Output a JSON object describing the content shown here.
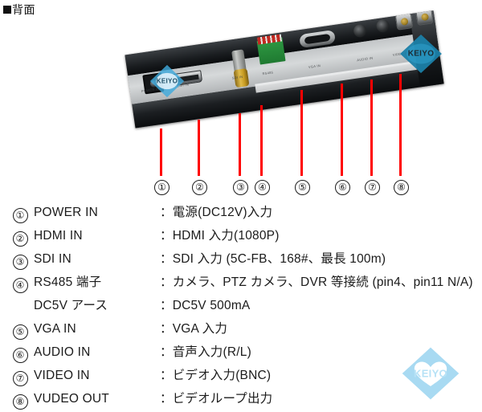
{
  "header": {
    "bullet": "■",
    "title": "背面"
  },
  "photo": {
    "alt_name": "monitor-rear-panel-photo",
    "panel_silkscreen": [
      "POWER IN",
      "HDMI IN",
      "SDI IN",
      "RS485",
      "VGA IN",
      "AUDIO IN",
      "VIDEO IN",
      "VIDEO OUT"
    ],
    "pointer_color": "#ff0000"
  },
  "markers": [
    "①",
    "②",
    "③",
    "④",
    "⑤",
    "⑥",
    "⑦",
    "⑧"
  ],
  "legend": {
    "separator": "：",
    "rows": [
      {
        "num": "①",
        "name": "POWER IN",
        "desc": "：電源(DC12V)入力"
      },
      {
        "num": "②",
        "name": "HDMI IN",
        "desc": "：HDMI 入力(1080P)"
      },
      {
        "num": "③",
        "name": "SDI IN",
        "desc": "：SDI 入力 (5C-FB、168#、最長 100m)"
      },
      {
        "num": "④",
        "name": "RS485 端子",
        "desc": "：カメラ、PTZ カメラ、DVR 等接続 (pin4、pin11 N/A)"
      },
      {
        "num": "",
        "name": "DC5V アース",
        "desc": "：DC5V 500mA"
      },
      {
        "num": "⑤",
        "name": "VGA IN",
        "desc": "：VGA 入力"
      },
      {
        "num": "⑥",
        "name": "AUDIO IN",
        "desc": "：音声入力(R/L)"
      },
      {
        "num": "⑦",
        "name": "VIDEO IN",
        "desc": "：ビデオ入力(BNC)"
      },
      {
        "num": "⑧",
        "name": "VUDEO OUT",
        "desc": "：ビデオループ出力"
      }
    ]
  },
  "logos": {
    "bottom_right": {
      "text": "KEIYO",
      "color": "#a8daf2"
    },
    "photo_right": {
      "text": "KEIYO",
      "color": "#1b7fa8"
    },
    "photo_left": {
      "text": "KEIYO",
      "color": "#38a8d8"
    }
  }
}
